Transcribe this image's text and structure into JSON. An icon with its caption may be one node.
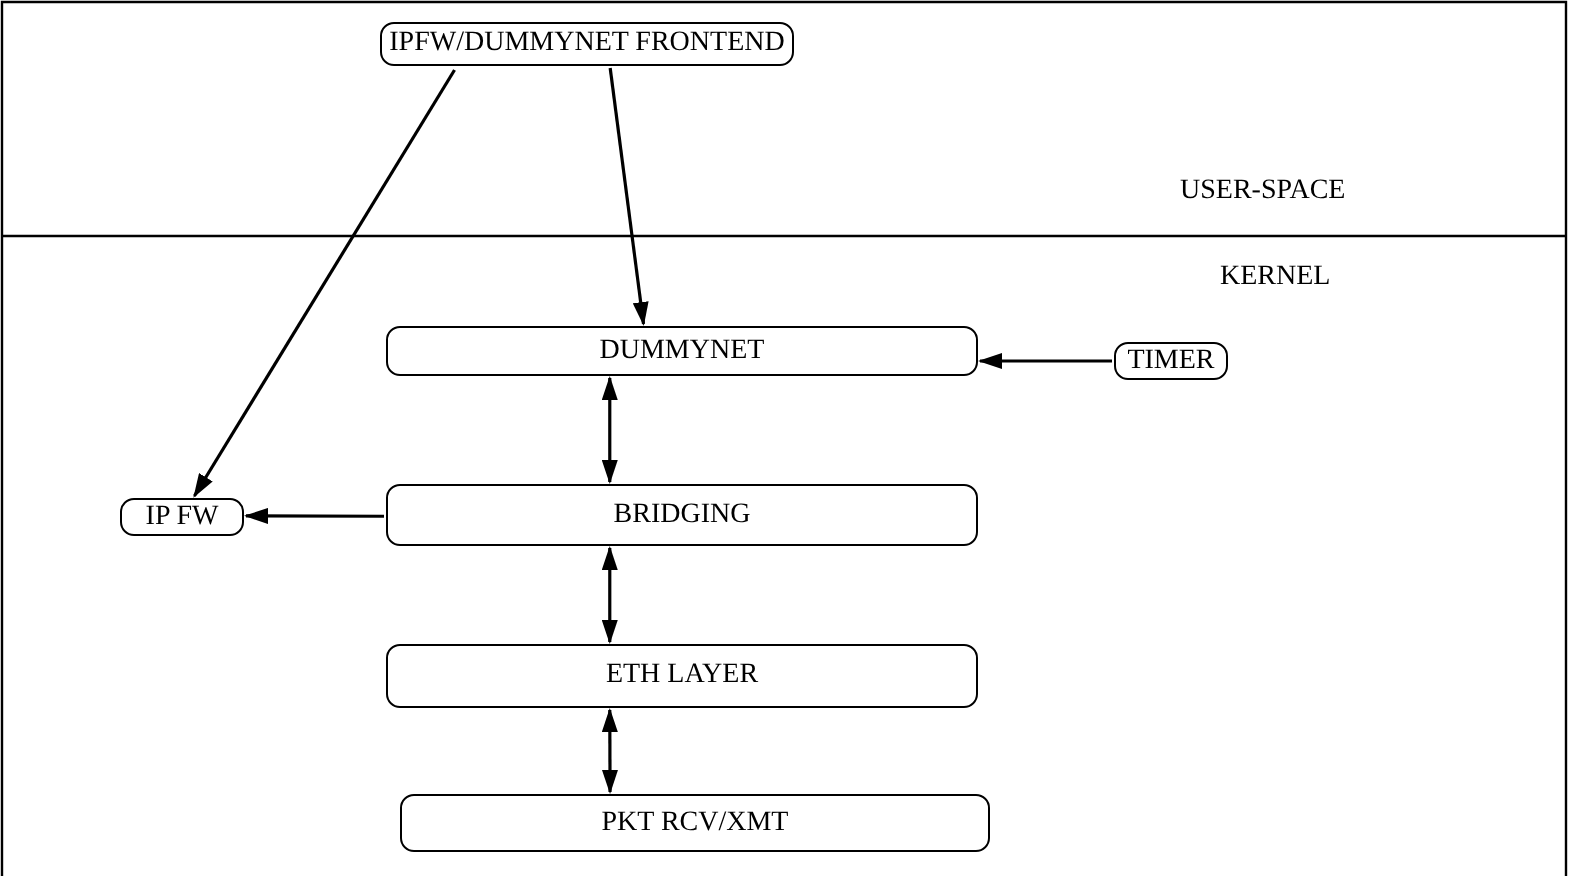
{
  "diagram": {
    "nodes": [
      {
        "text": [
          "IPFW/DUMMYNET FRONTEND"
        ]
      },
      {
        "text": [
          "DUMMYNET"
        ]
      },
      {
        "text": [
          "TIMER"
        ]
      },
      {
        "text": [
          "IP FW"
        ]
      },
      {
        "text": [
          "BRIDGING"
        ]
      },
      {
        "text": [
          "ETH LAYER"
        ]
      },
      {
        "text": [
          "PKT RCV/XMT"
        ]
      }
    ],
    "edges": [
      {
        "from": 0,
        "to": 1,
        "arrow": "to"
      },
      {
        "from": 0,
        "to": 3,
        "arrow": "to"
      },
      {
        "from": 2,
        "to": 1,
        "arrow": "to"
      },
      {
        "from": 1,
        "to": 4,
        "arrow": "both"
      },
      {
        "from": 4,
        "to": 3,
        "arrow": "to"
      },
      {
        "from": 4,
        "to": 5,
        "arrow": "both"
      },
      {
        "from": 5,
        "to": 6,
        "arrow": "both"
      }
    ],
    "labels": [
      "USER-SPACE",
      "KERNEL"
    ]
  }
}
